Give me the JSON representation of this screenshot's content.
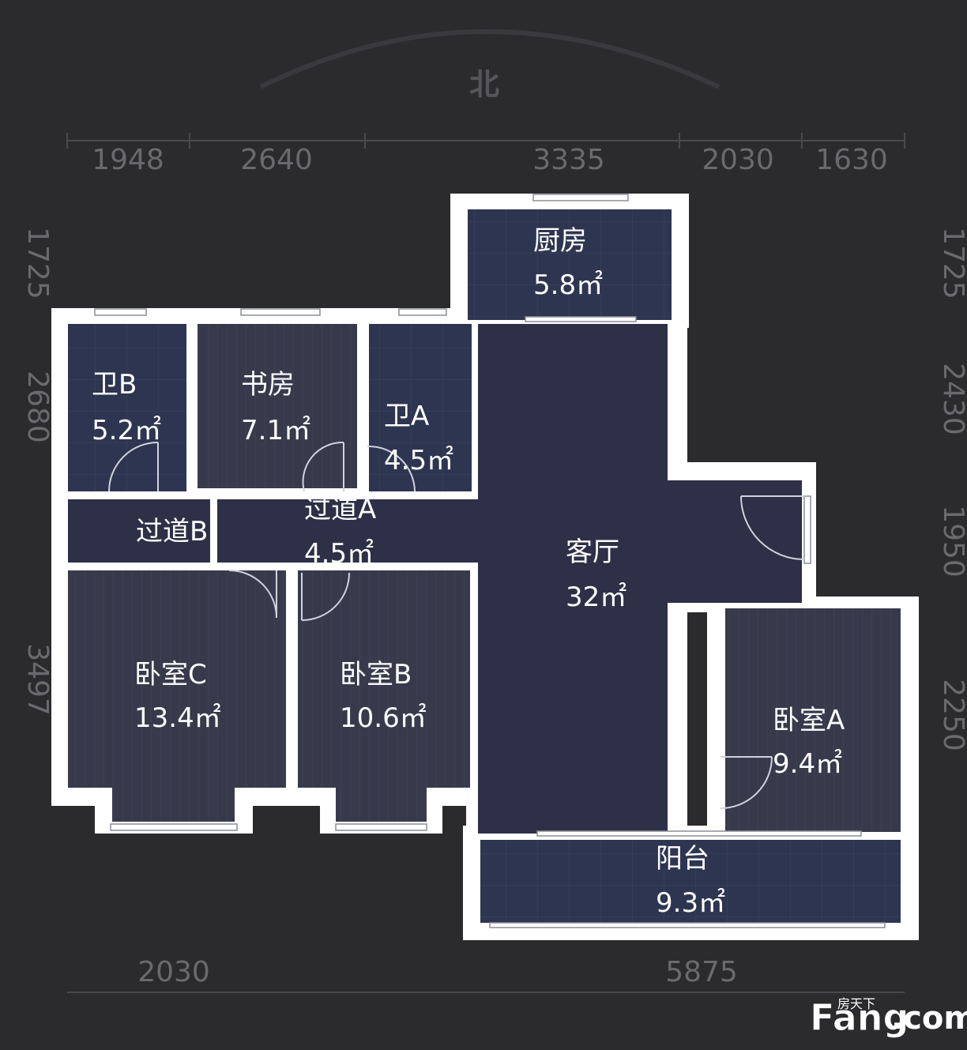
{
  "compass": {
    "label": "北"
  },
  "dimensions": {
    "top": [
      "1948",
      "2640",
      "3335",
      "2030",
      "1630"
    ],
    "bottom": [
      "2030",
      "5875"
    ],
    "left": [
      "1725",
      "2680",
      "3497"
    ],
    "right": [
      "1725",
      "2430",
      "1950",
      "2250"
    ]
  },
  "rooms": {
    "kitchen": {
      "name": "厨房",
      "area": "5.8㎡"
    },
    "bath_b": {
      "name": "卫B",
      "area": "5.2㎡"
    },
    "study": {
      "name": "书房",
      "area": "7.1㎡"
    },
    "bath_a": {
      "name": "卫A",
      "area": "4.5㎡"
    },
    "hall_b": {
      "name": "过道B"
    },
    "hall_a": {
      "name": "过道A",
      "area": "4.5㎡"
    },
    "living": {
      "name": "客厅",
      "area": "32㎡"
    },
    "bed_c": {
      "name": "卧室C",
      "area": "13.4㎡"
    },
    "bed_b": {
      "name": "卧室B",
      "area": "10.6㎡"
    },
    "bed_a": {
      "name": "卧室A",
      "area": "9.4㎡"
    },
    "balcony": {
      "name": "阳台",
      "area": "9.3㎡"
    }
  },
  "watermark": {
    "brand": "Fang",
    "suffix": ".com",
    "cn": "房天下"
  },
  "colors": {
    "background": "#2b2b2d",
    "wall": "#ffffff",
    "floor": "#333a55"
  }
}
